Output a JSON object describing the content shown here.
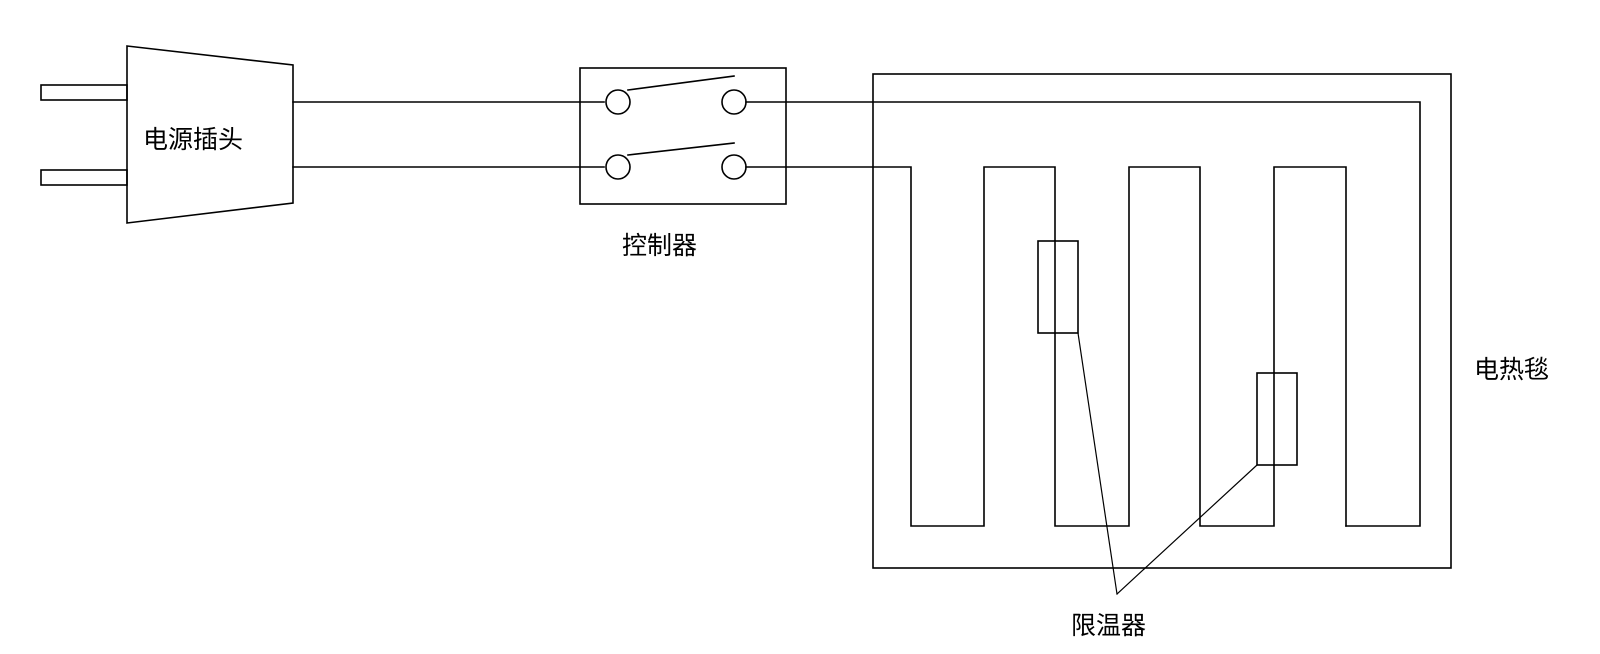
{
  "labels": {
    "plug": "电源插头",
    "controller": "控制器",
    "blanket": "电热毯",
    "limiter": "限温器"
  }
}
